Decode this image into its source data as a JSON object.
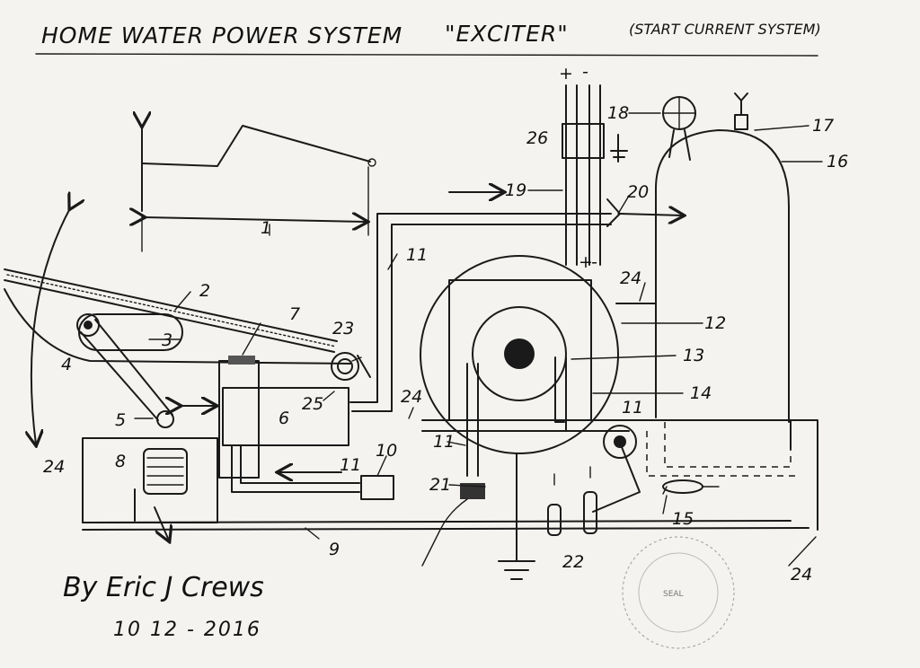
{
  "title": "HOME WATER POWER SYSTEM",
  "title_quote": "\"EXCITER\"",
  "subtitle": "(START CURRENT SYSTEM)",
  "signature": "By Eric J Crews",
  "date": "10 12 - 2016",
  "seal_text": "SEAL",
  "terminals": {
    "pos": "+",
    "neg": "-"
  },
  "callouts": {
    "c1": "1",
    "c2": "2",
    "c3": "3",
    "c4": "4",
    "c5": "5",
    "c6": "6",
    "c7": "7",
    "c8": "8",
    "c9": "9",
    "c10": "10",
    "c11a": "11",
    "c11b": "11",
    "c11c": "11",
    "c11d": "11",
    "c12": "12",
    "c13": "13",
    "c14": "14",
    "c15": "15",
    "c16": "16",
    "c17": "17",
    "c18": "18",
    "c19": "19",
    "c20": "20",
    "c21": "21",
    "c22": "22",
    "c23": "23",
    "c24a": "24",
    "c24b": "24",
    "c24c": "24",
    "c24d": "24",
    "c25": "25",
    "c26": "26"
  },
  "colors": {
    "ink": "#1a1a1a",
    "paper": "#f4f3ef"
  }
}
